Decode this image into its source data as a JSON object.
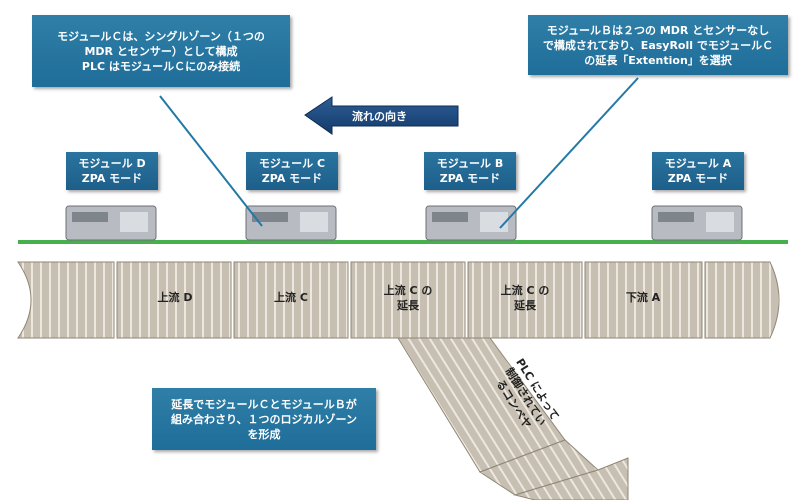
{
  "callouts": {
    "module_c_note": "モジュールＣは、シングルゾーン（１つの\nMDR とセンサー）として構成\nPLC はモジュールＣにのみ接続",
    "module_b_note": "モジュールＢは２つの MDR とセンサーなし\nで構成されており、EasyRoll でモジュールＣ\nの延長「Extention」を選択",
    "extension_note": "延長でモジュールＣとモジュールＢが\n組み合わさり、１つのロジカルゾーン\nを形成"
  },
  "flow": {
    "label": "流れの向き"
  },
  "modules": [
    {
      "label": "モジュール D\nZPA モード"
    },
    {
      "label": "モジュール C\nZPA モード"
    },
    {
      "label": "モジュール B\nZPA モード"
    },
    {
      "label": "モジュール A\nZPA モード"
    }
  ],
  "segments": [
    {
      "label": "上流 D"
    },
    {
      "label": "上流 C"
    },
    {
      "label": "上流 C の\n延長"
    },
    {
      "label": "上流 C の\n延長"
    },
    {
      "label": "下流 A"
    }
  ],
  "plc_conveyor": {
    "label": "PLC によって\n制御されてい\nるコンベヤ"
  },
  "colors": {
    "callout": "#2379a6",
    "roller": "#c9c0b2",
    "roller_line": "#efebe4",
    "cable": "#44b04a"
  }
}
